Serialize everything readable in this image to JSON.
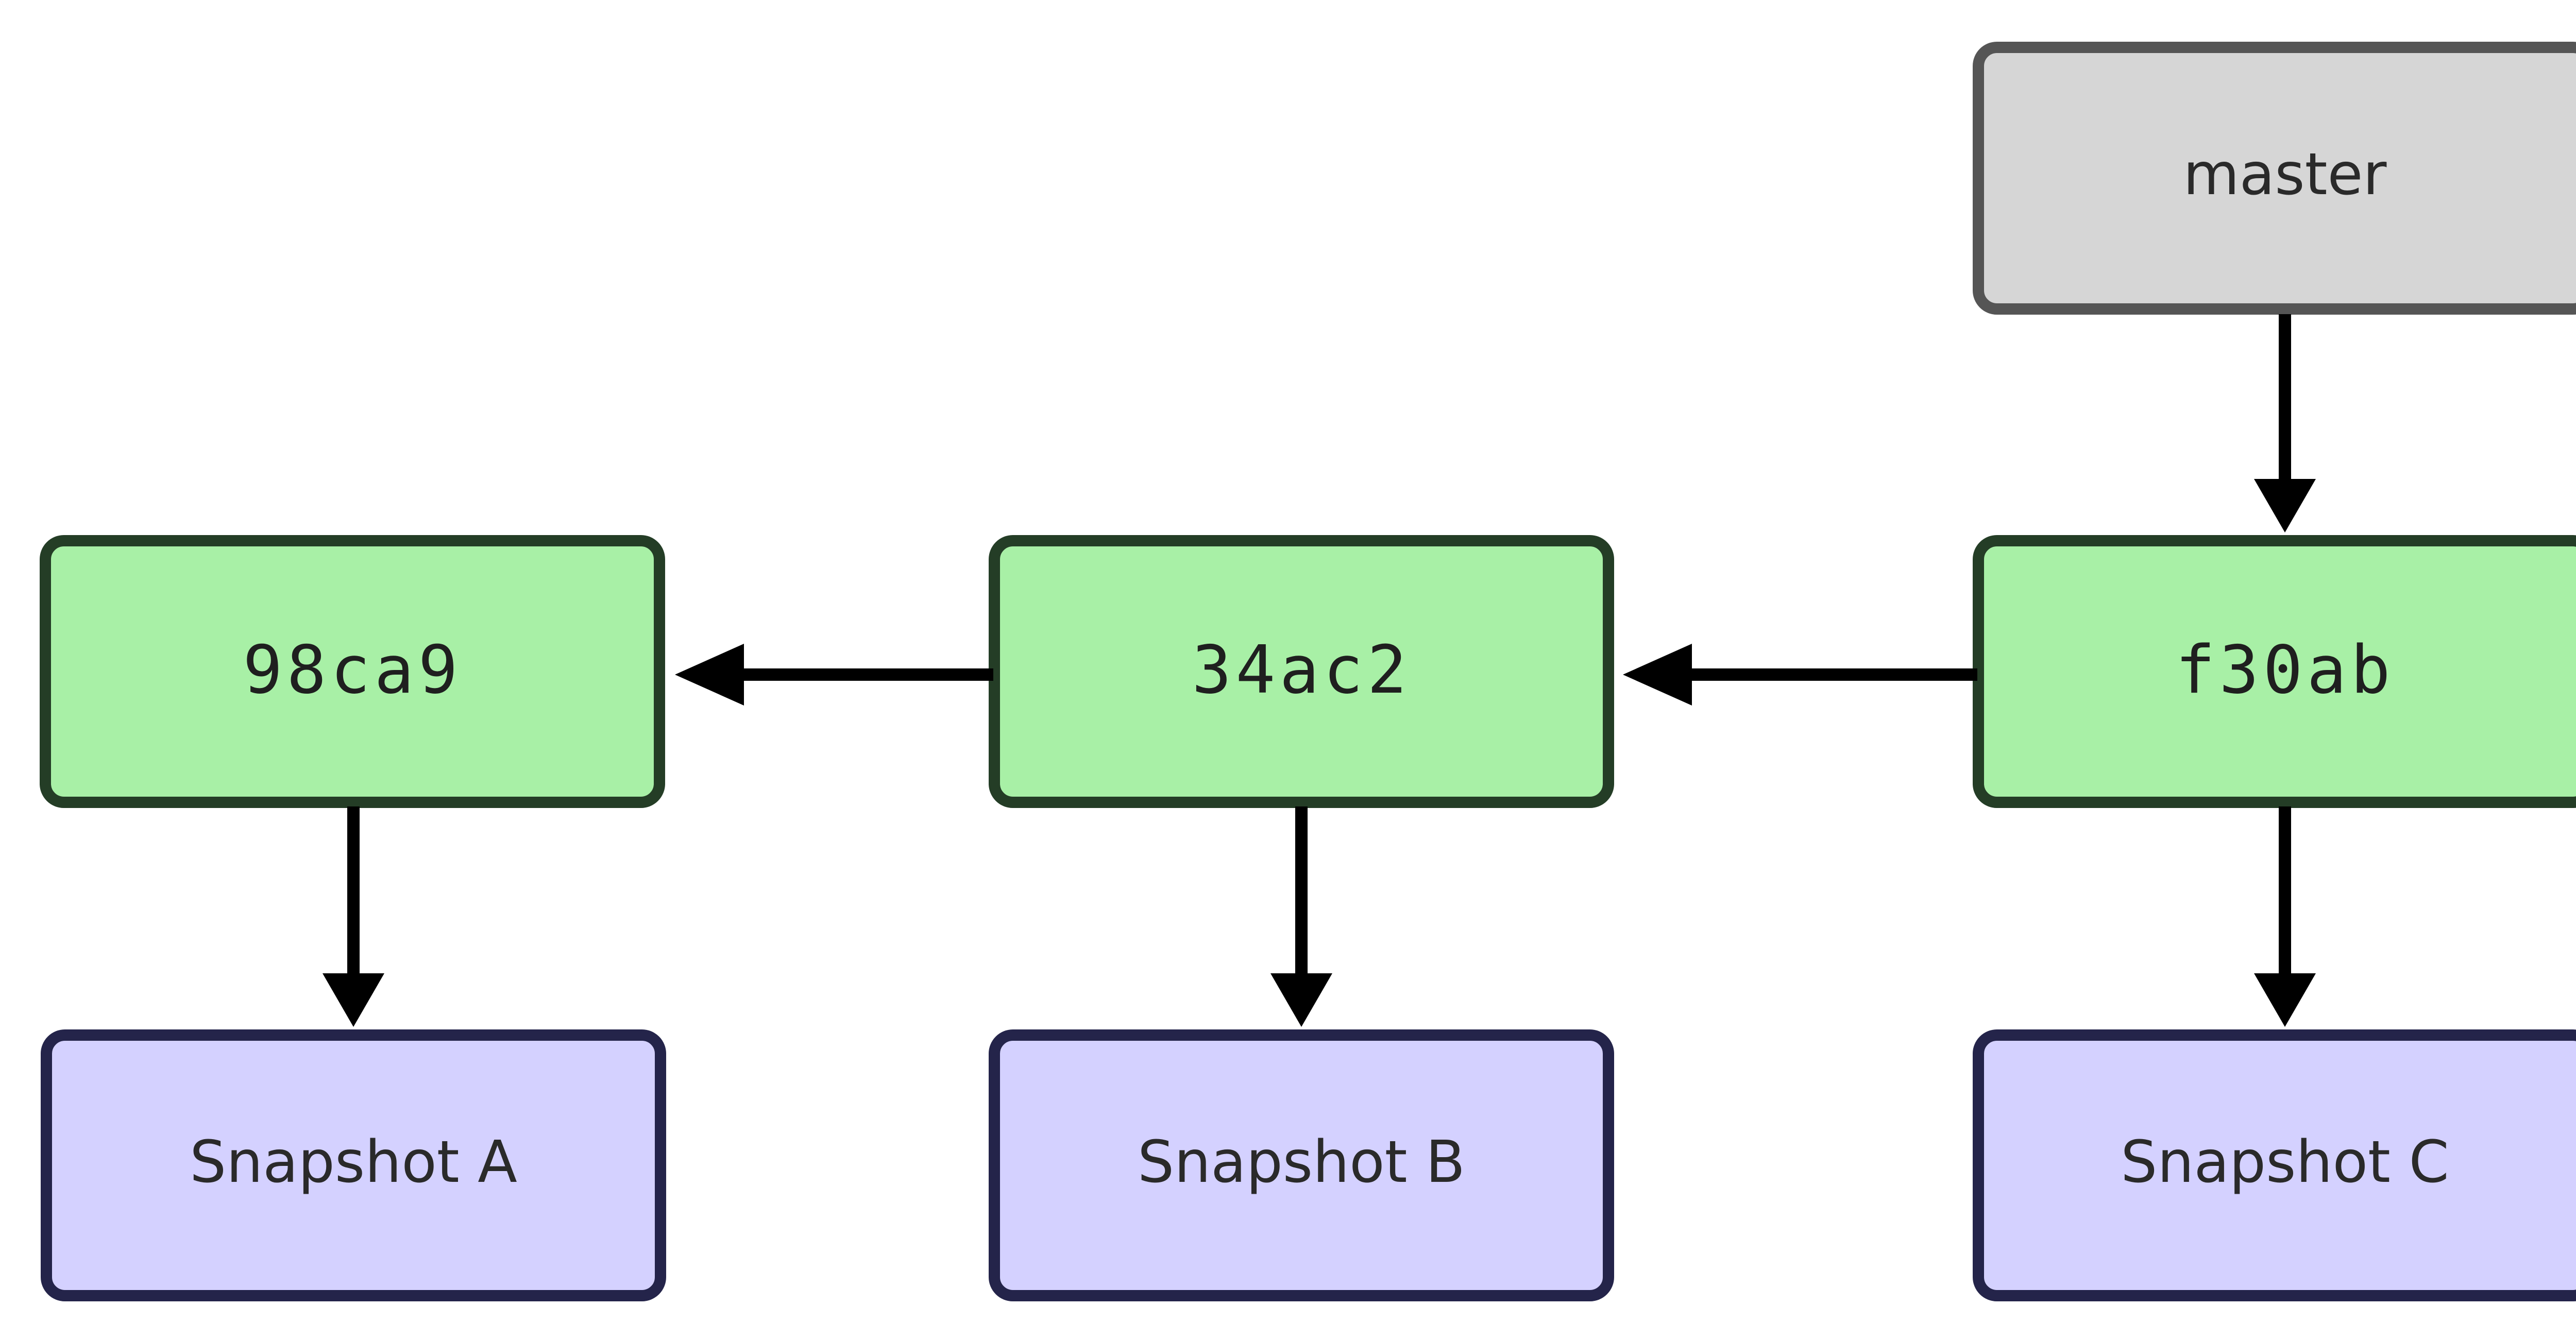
{
  "branch": {
    "label": "master",
    "fill": "#d6d6d6",
    "stroke": "#555555"
  },
  "commits": [
    {
      "label": "98ca9"
    },
    {
      "label": "34ac2"
    },
    {
      "label": "f30ab"
    }
  ],
  "snapshots": [
    {
      "label": "Snapshot A"
    },
    {
      "label": "Snapshot B"
    },
    {
      "label": "Snapshot C"
    }
  ],
  "colors": {
    "commit_fill": "#a8f0a6",
    "commit_stroke": "#243d26",
    "snapshot_fill": "#d4d1ff",
    "snapshot_stroke": "#24244a",
    "arrow": "#000000"
  }
}
